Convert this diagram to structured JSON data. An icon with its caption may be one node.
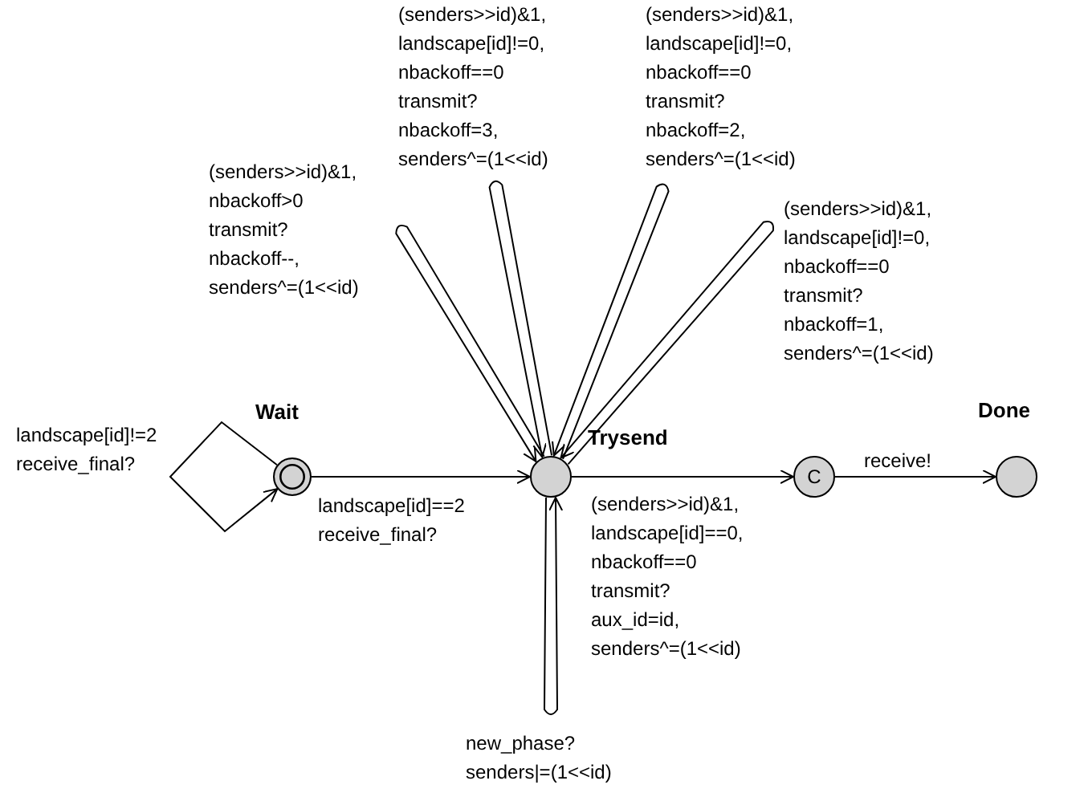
{
  "diagram": {
    "nodes": [
      {
        "text": [
          "Wait"
        ]
      },
      {
        "text": [
          "Trysend"
        ]
      },
      {
        "text": [
          "C"
        ]
      },
      {
        "text": [
          "Done"
        ]
      }
    ],
    "edges": [
      {
        "from": 0,
        "to": 0,
        "arrow": "to",
        "label": "landscape[id]!=2 receive_final?"
      },
      {
        "from": 0,
        "to": 1,
        "arrow": "to",
        "label": "landscape[id]==2 receive_final?"
      },
      {
        "from": 1,
        "to": 1,
        "arrow": "to",
        "label": "(senders>>id)&1, nbackoff>0 transmit? nbackoff--, senders^=(1<<id)"
      },
      {
        "from": 1,
        "to": 1,
        "arrow": "to",
        "label": "(senders>>id)&1, landscape[id]!=0, nbackoff==0 transmit? nbackoff=3, senders^=(1<<id)"
      },
      {
        "from": 1,
        "to": 1,
        "arrow": "to",
        "label": "(senders>>id)&1, landscape[id]!=0, nbackoff==0 transmit? nbackoff=2, senders^=(1<<id)"
      },
      {
        "from": 1,
        "to": 1,
        "arrow": "to",
        "label": "(senders>>id)&1, landscape[id]!=0, nbackoff==0 transmit? nbackoff=1, senders^=(1<<id)"
      },
      {
        "from": 1,
        "to": 2,
        "arrow": "to",
        "label": "(senders>>id)&1, landscape[id]==0, nbackoff==0 transmit? aux_id=id, senders^=(1<<id)"
      },
      {
        "from": 1,
        "to": 1,
        "arrow": "to",
        "label": "new_phase? senders|=(1<<id)"
      },
      {
        "from": 2,
        "to": 3,
        "arrow": "to",
        "label": "receive!"
      }
    ]
  }
}
